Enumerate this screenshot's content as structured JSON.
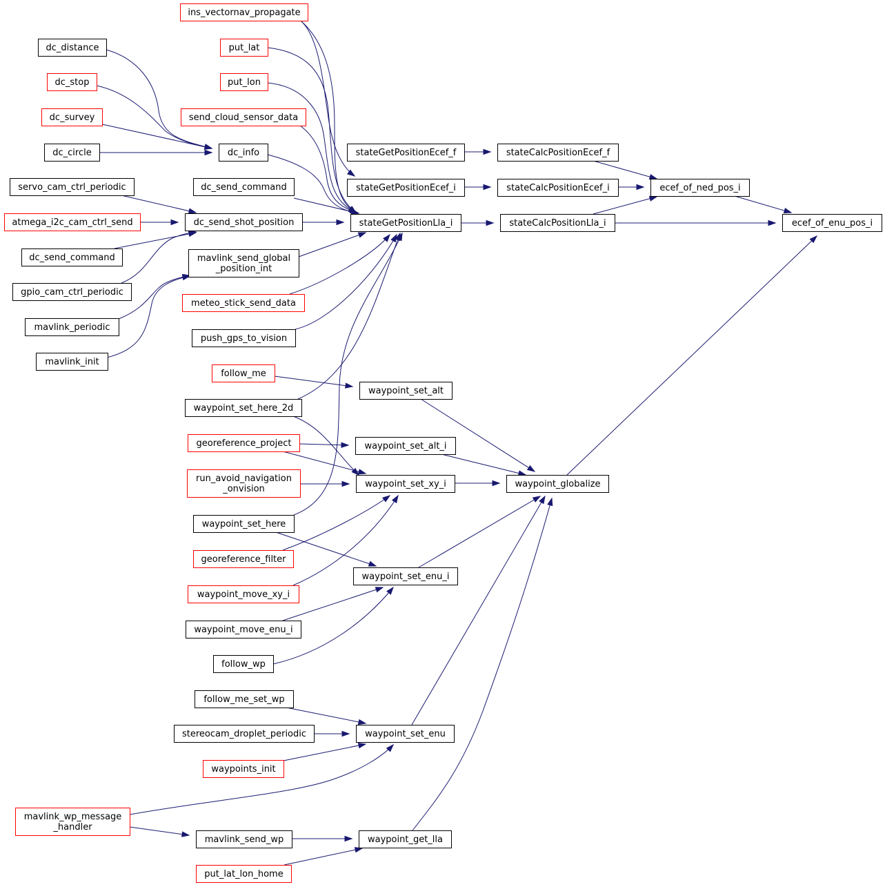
{
  "colors": {
    "edge": "#191970",
    "border_normal": "#000000",
    "border_truncated": "#ff0000",
    "focus_fill": "#bfbfbf"
  },
  "nodes": [
    {
      "id": "ecef_of_enu_pos_i",
      "label": "ecef_of_enu_pos_i",
      "style": "focus"
    },
    {
      "id": "ecef_of_ned_pos_i",
      "label": "ecef_of_ned_pos_i",
      "style": "normal"
    },
    {
      "id": "stateCalcPositionLla_i",
      "label": "stateCalcPositionLla_i",
      "style": "normal"
    },
    {
      "id": "stateCalcPositionEcef_f",
      "label": "stateCalcPositionEcef_f",
      "style": "normal"
    },
    {
      "id": "stateCalcPositionEcef_i",
      "label": "stateCalcPositionEcef_i",
      "style": "normal"
    },
    {
      "id": "stateGetPositionEcef_f",
      "label": "stateGetPositionEcef_f",
      "style": "normal"
    },
    {
      "id": "stateGetPositionEcef_i",
      "label": "stateGetPositionEcef_i",
      "style": "normal"
    },
    {
      "id": "stateGetPositionLla_i",
      "label": "stateGetPositionLla_i",
      "style": "normal"
    },
    {
      "id": "waypoint_globalize",
      "label": "waypoint_globalize",
      "style": "normal"
    },
    {
      "id": "ins_vectornav_propagate",
      "label": "ins_vectornav_propagate",
      "style": "truncated"
    },
    {
      "id": "put_lat",
      "label": "put_lat",
      "style": "truncated"
    },
    {
      "id": "put_lon",
      "label": "put_lon",
      "style": "truncated"
    },
    {
      "id": "send_cloud_sensor_data",
      "label": "send_cloud_sensor_data",
      "style": "truncated"
    },
    {
      "id": "dc_info",
      "label": "dc_info",
      "style": "normal"
    },
    {
      "id": "dc_send_command_b",
      "label": "dc_send_command",
      "style": "normal"
    },
    {
      "id": "dc_send_shot_position",
      "label": "dc_send_shot_position",
      "style": "normal"
    },
    {
      "id": "mavlink_send_global_position_int",
      "label": [
        "mavlink_send_global",
        "_position_int"
      ],
      "style": "normal"
    },
    {
      "id": "meteo_stick_send_data",
      "label": "meteo_stick_send_data",
      "style": "truncated"
    },
    {
      "id": "push_gps_to_vision",
      "label": "push_gps_to_vision",
      "style": "normal"
    },
    {
      "id": "waypoint_set_here_2d",
      "label": "waypoint_set_here_2d",
      "style": "normal"
    },
    {
      "id": "waypoint_set_here",
      "label": "waypoint_set_here",
      "style": "normal"
    },
    {
      "id": "dc_distance",
      "label": "dc_distance",
      "style": "normal"
    },
    {
      "id": "dc_stop",
      "label": "dc_stop",
      "style": "truncated"
    },
    {
      "id": "dc_survey",
      "label": "dc_survey",
      "style": "truncated"
    },
    {
      "id": "dc_circle",
      "label": "dc_circle",
      "style": "normal"
    },
    {
      "id": "servo_cam_ctrl_periodic",
      "label": "servo_cam_ctrl_periodic",
      "style": "normal"
    },
    {
      "id": "atmega_i2c_cam_ctrl_send",
      "label": "atmega_i2c_cam_ctrl_send",
      "style": "truncated"
    },
    {
      "id": "dc_send_command_a",
      "label": "dc_send_command",
      "style": "normal"
    },
    {
      "id": "gpio_cam_ctrl_periodic",
      "label": "gpio_cam_ctrl_periodic",
      "style": "normal"
    },
    {
      "id": "mavlink_periodic",
      "label": "mavlink_periodic",
      "style": "normal"
    },
    {
      "id": "mavlink_init",
      "label": "mavlink_init",
      "style": "normal"
    },
    {
      "id": "waypoint_set_alt",
      "label": "waypoint_set_alt",
      "style": "normal"
    },
    {
      "id": "waypoint_set_alt_i",
      "label": "waypoint_set_alt_i",
      "style": "normal"
    },
    {
      "id": "waypoint_set_xy_i",
      "label": "waypoint_set_xy_i",
      "style": "normal"
    },
    {
      "id": "waypoint_set_enu_i",
      "label": "waypoint_set_enu_i",
      "style": "normal"
    },
    {
      "id": "waypoint_set_enu",
      "label": "waypoint_set_enu",
      "style": "normal"
    },
    {
      "id": "waypoint_get_lla",
      "label": "waypoint_get_lla",
      "style": "normal"
    },
    {
      "id": "follow_me",
      "label": "follow_me",
      "style": "truncated"
    },
    {
      "id": "georeference_project",
      "label": "georeference_project",
      "style": "truncated"
    },
    {
      "id": "run_avoid_navigation_onvision",
      "label": [
        "run_avoid_navigation",
        "_onvision"
      ],
      "style": "truncated"
    },
    {
      "id": "georeference_filter",
      "label": "georeference_filter",
      "style": "truncated"
    },
    {
      "id": "waypoint_move_xy_i",
      "label": "waypoint_move_xy_i",
      "style": "truncated"
    },
    {
      "id": "waypoint_move_enu_i",
      "label": "waypoint_move_enu_i",
      "style": "normal"
    },
    {
      "id": "follow_wp",
      "label": "follow_wp",
      "style": "normal"
    },
    {
      "id": "follow_me_set_wp",
      "label": "follow_me_set_wp",
      "style": "normal"
    },
    {
      "id": "stereocam_droplet_periodic",
      "label": "stereocam_droplet_periodic",
      "style": "normal"
    },
    {
      "id": "waypoints_init",
      "label": "waypoints_init",
      "style": "truncated"
    },
    {
      "id": "mavlink_wp_message_handler",
      "label": [
        "mavlink_wp_message",
        "_handler"
      ],
      "style": "truncated"
    },
    {
      "id": "mavlink_send_wp",
      "label": "mavlink_send_wp",
      "style": "normal"
    },
    {
      "id": "put_lat_lon_home",
      "label": "put_lat_lon_home",
      "style": "truncated"
    }
  ],
  "edges": [
    {
      "from": "ecef_of_ned_pos_i",
      "to": "ecef_of_enu_pos_i"
    },
    {
      "from": "stateCalcPositionLla_i",
      "to": "ecef_of_enu_pos_i"
    },
    {
      "from": "waypoint_globalize",
      "to": "ecef_of_enu_pos_i"
    },
    {
      "from": "stateCalcPositionEcef_f",
      "to": "ecef_of_ned_pos_i"
    },
    {
      "from": "stateCalcPositionEcef_i",
      "to": "ecef_of_ned_pos_i"
    },
    {
      "from": "stateCalcPositionLla_i",
      "to": "ecef_of_ned_pos_i"
    },
    {
      "from": "stateGetPositionEcef_f",
      "to": "stateCalcPositionEcef_f"
    },
    {
      "from": "stateGetPositionEcef_i",
      "to": "stateCalcPositionEcef_i"
    },
    {
      "from": "stateGetPositionLla_i",
      "to": "stateCalcPositionLla_i"
    },
    {
      "from": "ins_vectornav_propagate",
      "to": "stateGetPositionEcef_i"
    },
    {
      "from": "ins_vectornav_propagate",
      "to": "stateGetPositionLla_i"
    },
    {
      "from": "put_lat",
      "to": "stateGetPositionLla_i"
    },
    {
      "from": "put_lon",
      "to": "stateGetPositionLla_i"
    },
    {
      "from": "send_cloud_sensor_data",
      "to": "stateGetPositionLla_i"
    },
    {
      "from": "dc_info",
      "to": "stateGetPositionLla_i"
    },
    {
      "from": "dc_send_command_b",
      "to": "stateGetPositionLla_i"
    },
    {
      "from": "dc_send_shot_position",
      "to": "stateGetPositionLla_i"
    },
    {
      "from": "mavlink_send_global_position_int",
      "to": "stateGetPositionLla_i"
    },
    {
      "from": "meteo_stick_send_data",
      "to": "stateGetPositionLla_i"
    },
    {
      "from": "push_gps_to_vision",
      "to": "stateGetPositionLla_i"
    },
    {
      "from": "waypoint_set_here_2d",
      "to": "stateGetPositionLla_i"
    },
    {
      "from": "waypoint_set_here",
      "to": "stateGetPositionLla_i"
    },
    {
      "from": "dc_distance",
      "to": "dc_info"
    },
    {
      "from": "dc_stop",
      "to": "dc_info"
    },
    {
      "from": "dc_survey",
      "to": "dc_info"
    },
    {
      "from": "dc_circle",
      "to": "dc_info"
    },
    {
      "from": "servo_cam_ctrl_periodic",
      "to": "dc_send_shot_position"
    },
    {
      "from": "atmega_i2c_cam_ctrl_send",
      "to": "dc_send_shot_position"
    },
    {
      "from": "dc_send_command_a",
      "to": "dc_send_shot_position"
    },
    {
      "from": "gpio_cam_ctrl_periodic",
      "to": "dc_send_shot_position"
    },
    {
      "from": "mavlink_periodic",
      "to": "mavlink_send_global_position_int"
    },
    {
      "from": "mavlink_init",
      "to": "mavlink_send_global_position_int"
    },
    {
      "from": "waypoint_set_alt",
      "to": "waypoint_globalize"
    },
    {
      "from": "waypoint_set_alt_i",
      "to": "waypoint_globalize"
    },
    {
      "from": "waypoint_set_xy_i",
      "to": "waypoint_globalize"
    },
    {
      "from": "waypoint_set_enu_i",
      "to": "waypoint_globalize"
    },
    {
      "from": "waypoint_set_enu",
      "to": "waypoint_globalize"
    },
    {
      "from": "waypoint_get_lla",
      "to": "waypoint_globalize"
    },
    {
      "from": "follow_me",
      "to": "waypoint_set_alt"
    },
    {
      "from": "georeference_project",
      "to": "waypoint_set_alt_i"
    },
    {
      "from": "georeference_project",
      "to": "waypoint_set_xy_i"
    },
    {
      "from": "waypoint_set_here_2d",
      "to": "waypoint_set_xy_i"
    },
    {
      "from": "run_avoid_navigation_onvision",
      "to": "waypoint_set_xy_i"
    },
    {
      "from": "georeference_filter",
      "to": "waypoint_set_xy_i"
    },
    {
      "from": "waypoint_move_xy_i",
      "to": "waypoint_set_xy_i"
    },
    {
      "from": "waypoint_set_here",
      "to": "waypoint_set_enu_i"
    },
    {
      "from": "waypoint_move_enu_i",
      "to": "waypoint_set_enu_i"
    },
    {
      "from": "follow_wp",
      "to": "waypoint_set_enu_i"
    },
    {
      "from": "follow_me_set_wp",
      "to": "waypoint_set_enu"
    },
    {
      "from": "stereocam_droplet_periodic",
      "to": "waypoint_set_enu"
    },
    {
      "from": "waypoints_init",
      "to": "waypoint_set_enu"
    },
    {
      "from": "mavlink_wp_message_handler",
      "to": "waypoint_set_enu"
    },
    {
      "from": "mavlink_wp_message_handler",
      "to": "mavlink_send_wp"
    },
    {
      "from": "mavlink_send_wp",
      "to": "waypoint_get_lla"
    },
    {
      "from": "put_lat_lon_home",
      "to": "waypoint_get_lla"
    }
  ]
}
